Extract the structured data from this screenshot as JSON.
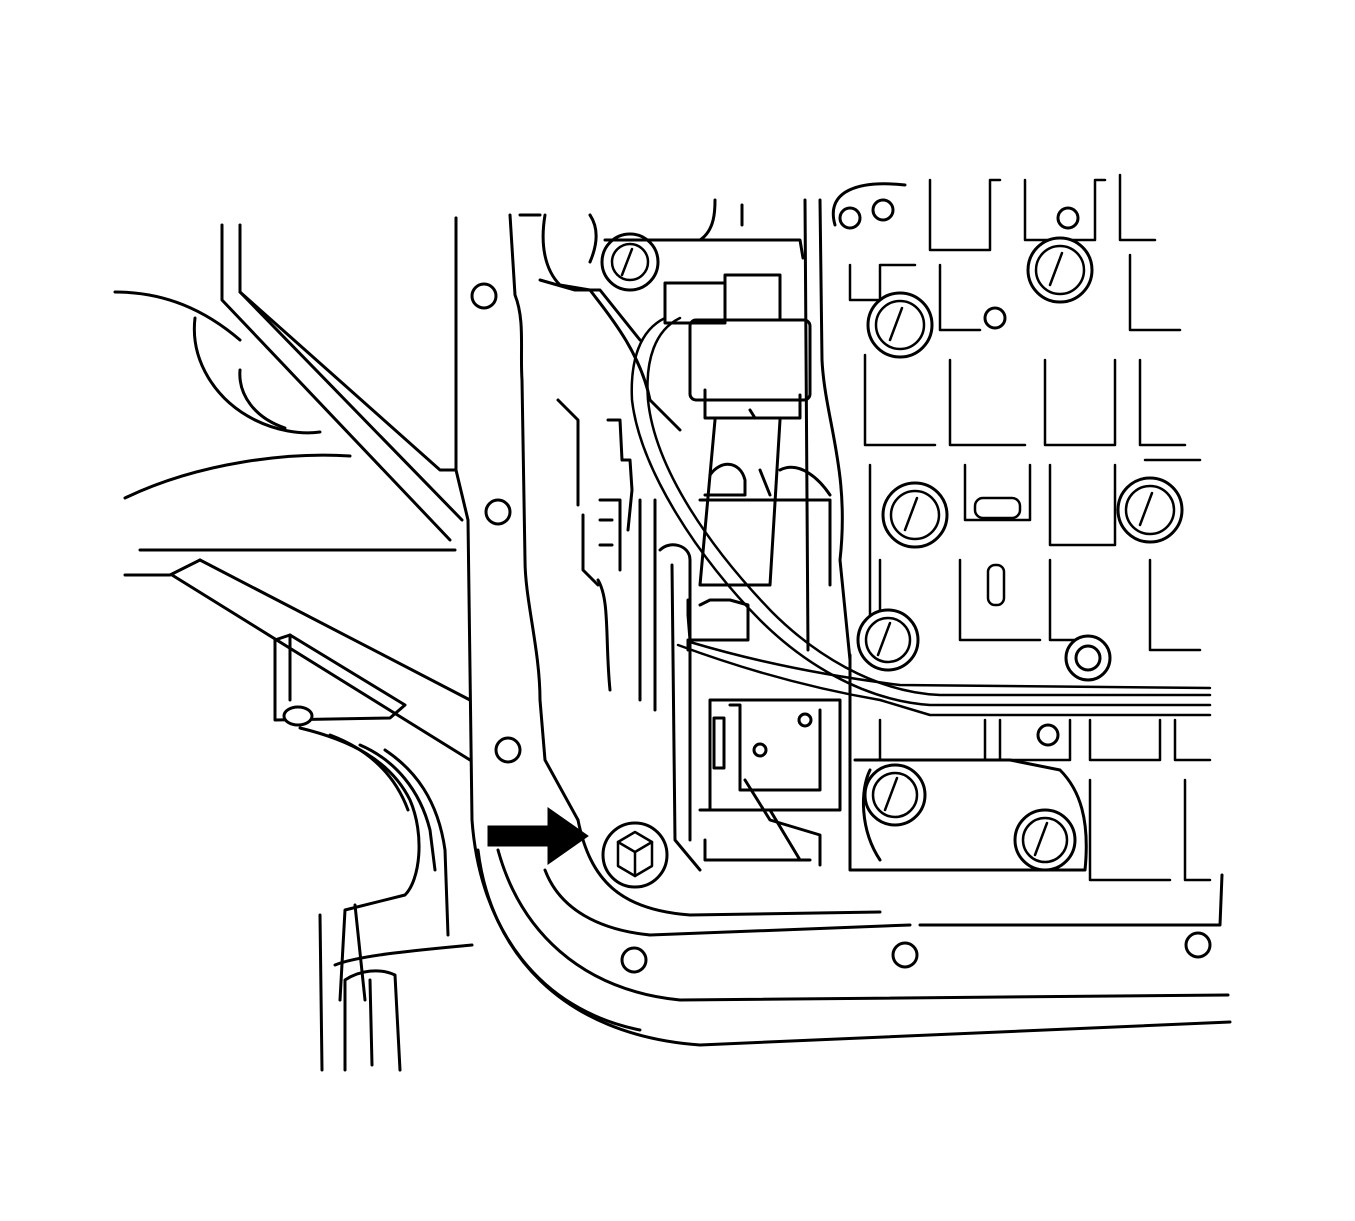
{
  "figure": {
    "style": "line-art",
    "ink_color": "#000000",
    "background_color": "#ffffff",
    "callout_arrow_direction": "right",
    "callout_target": "valve-body-corner-bolt"
  }
}
